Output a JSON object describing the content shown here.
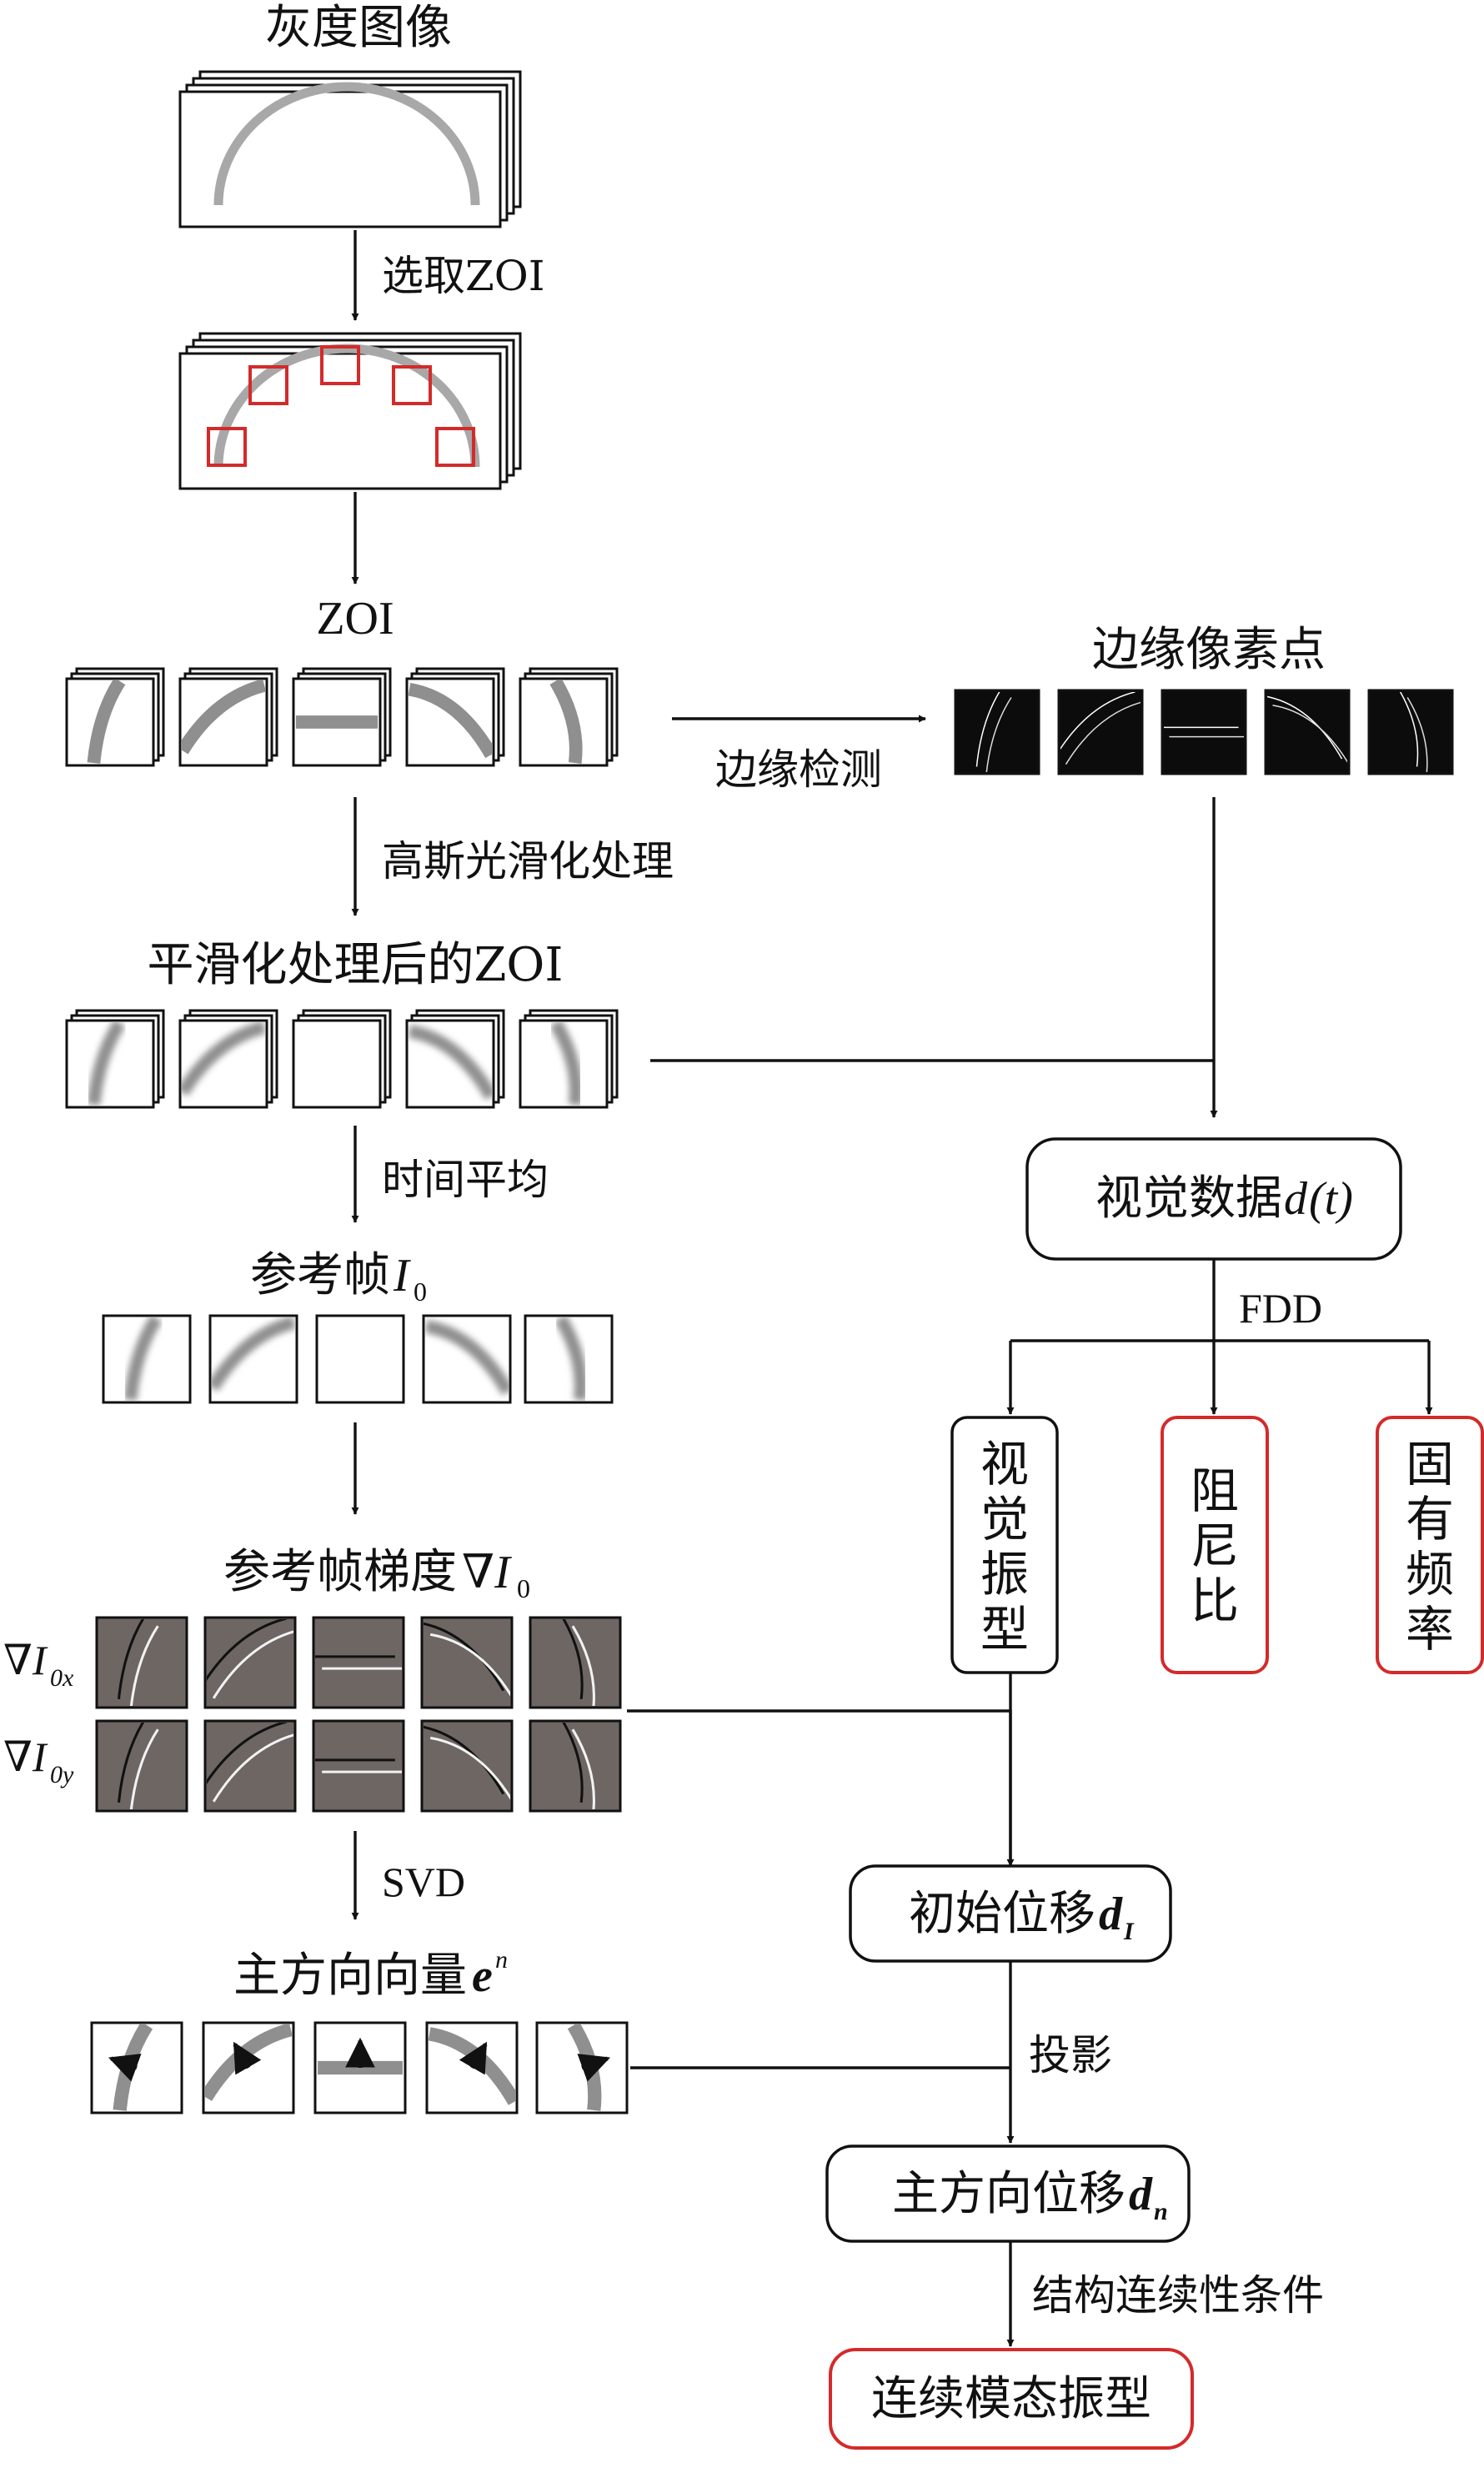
{
  "steps": {
    "gray_image": "灰度图像",
    "select_zoi": "选取ZOI",
    "zoi": "ZOI",
    "gaussian": "高斯光滑化处理",
    "smoothed_zoi": "平滑化处理后的ZOI",
    "time_avg": "时间平均",
    "ref_frame": "参考帧",
    "ref_frame_sym": "I",
    "ref_frame_sub": "0",
    "ref_grad": "参考帧梯度",
    "ref_grad_sym": "∇I",
    "ref_grad_sub": "0",
    "grad_x_sym": "∇I",
    "grad_x_sub": "0x",
    "grad_y_sym": "∇I",
    "grad_y_sub": "0y",
    "svd": "SVD",
    "principal_dir": "主方向向量",
    "principal_sym": "e",
    "principal_sup": "n",
    "edge_detect": "边缘检测",
    "edge_pixels": "边缘像素点",
    "fdd": "FDD",
    "projection": "投影",
    "struct_cond": "结构连续性条件"
  },
  "boxes": {
    "visual_data": "视觉数据",
    "visual_data_sym": "d",
    "visual_data_arg": "(t)",
    "visual_mode": "视觉振型",
    "damping": "阻尼比",
    "natural_freq": "固有频率",
    "initial_disp": "初始位移",
    "initial_disp_sym": "d",
    "initial_disp_sub": "I",
    "principal_disp": "主方向位移",
    "principal_disp_sym": "d",
    "principal_disp_sub": "n",
    "continuous_mode": "连续模态振型"
  },
  "colors": {
    "line": "#111111",
    "red_accent": "#d42a2a",
    "gray_arc": "#9a9a9a",
    "gradient_bg": "#6d6663",
    "edge_bg": "#0c0c0c"
  }
}
